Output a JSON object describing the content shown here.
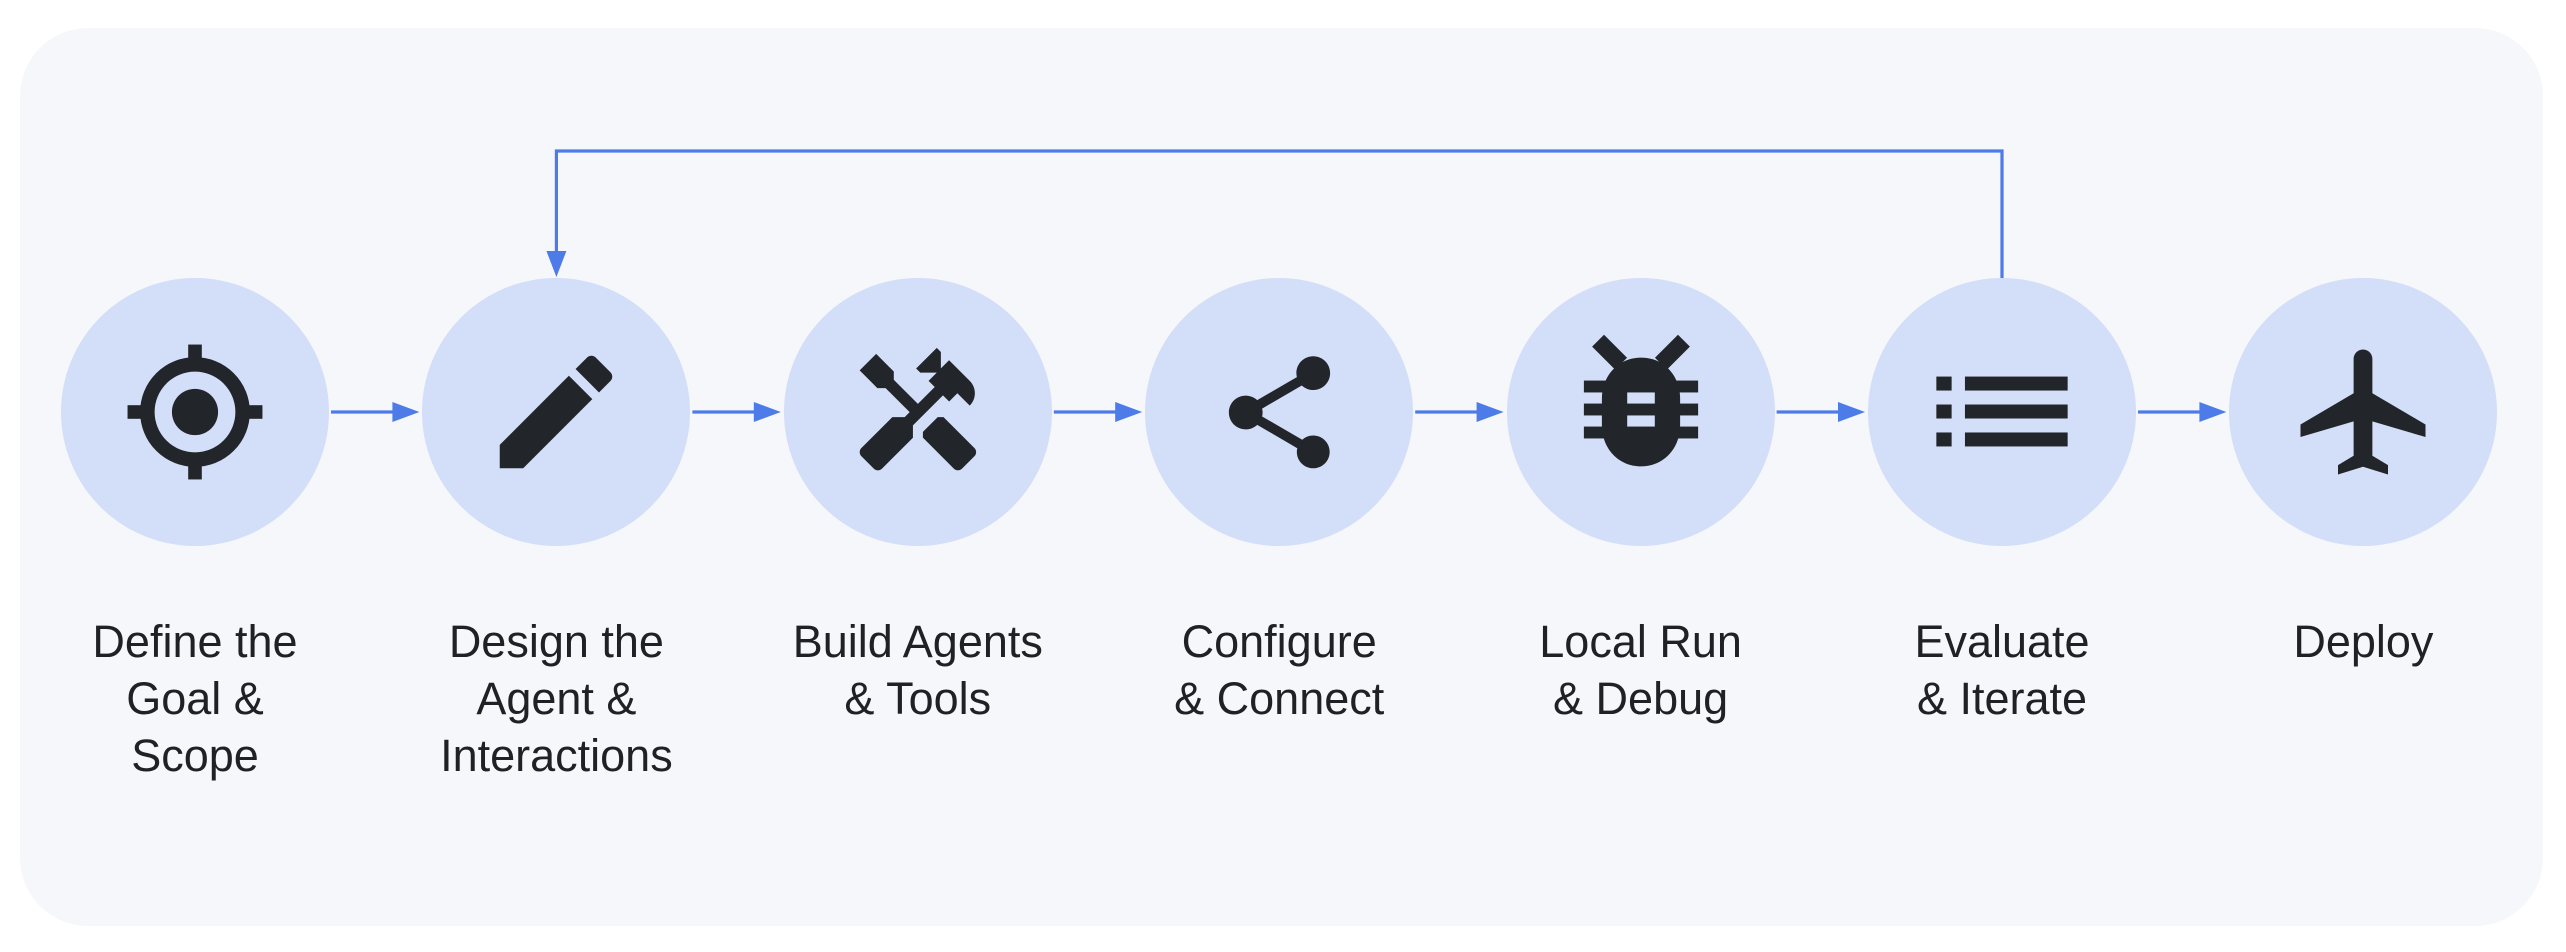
{
  "colors": {
    "page_background": "#ffffff",
    "card_background": "#f6f7fa",
    "circle_fill": "#d3def8",
    "icon_color": "#22252a",
    "arrow_color": "#4d7ce8",
    "label_color": "#1f2124"
  },
  "diagram": {
    "stages": [
      {
        "id": "define-goal-scope",
        "label": "Define the\nGoal &\nScope",
        "icon": "target-icon"
      },
      {
        "id": "design-agent-interactions",
        "label": "Design the\nAgent &\nInteractions",
        "icon": "pencil-icon"
      },
      {
        "id": "build-agents-tools",
        "label": "Build Agents\n& Tools",
        "icon": "tools-icon"
      },
      {
        "id": "configure-connect",
        "label": "Configure\n& Connect",
        "icon": "share-icon"
      },
      {
        "id": "local-run-debug",
        "label": "Local Run\n& Debug",
        "icon": "bug-icon"
      },
      {
        "id": "evaluate-iterate",
        "label": "Evaluate\n& Iterate",
        "icon": "list-icon"
      },
      {
        "id": "deploy",
        "label": "Deploy",
        "icon": "airplane-icon"
      }
    ],
    "flow": {
      "sequence": [
        "define-goal-scope",
        "design-agent-interactions",
        "build-agents-tools",
        "configure-connect",
        "local-run-debug",
        "evaluate-iterate",
        "deploy"
      ],
      "feedback_loop": {
        "from": "evaluate-iterate",
        "to": "design-agent-interactions"
      }
    }
  }
}
